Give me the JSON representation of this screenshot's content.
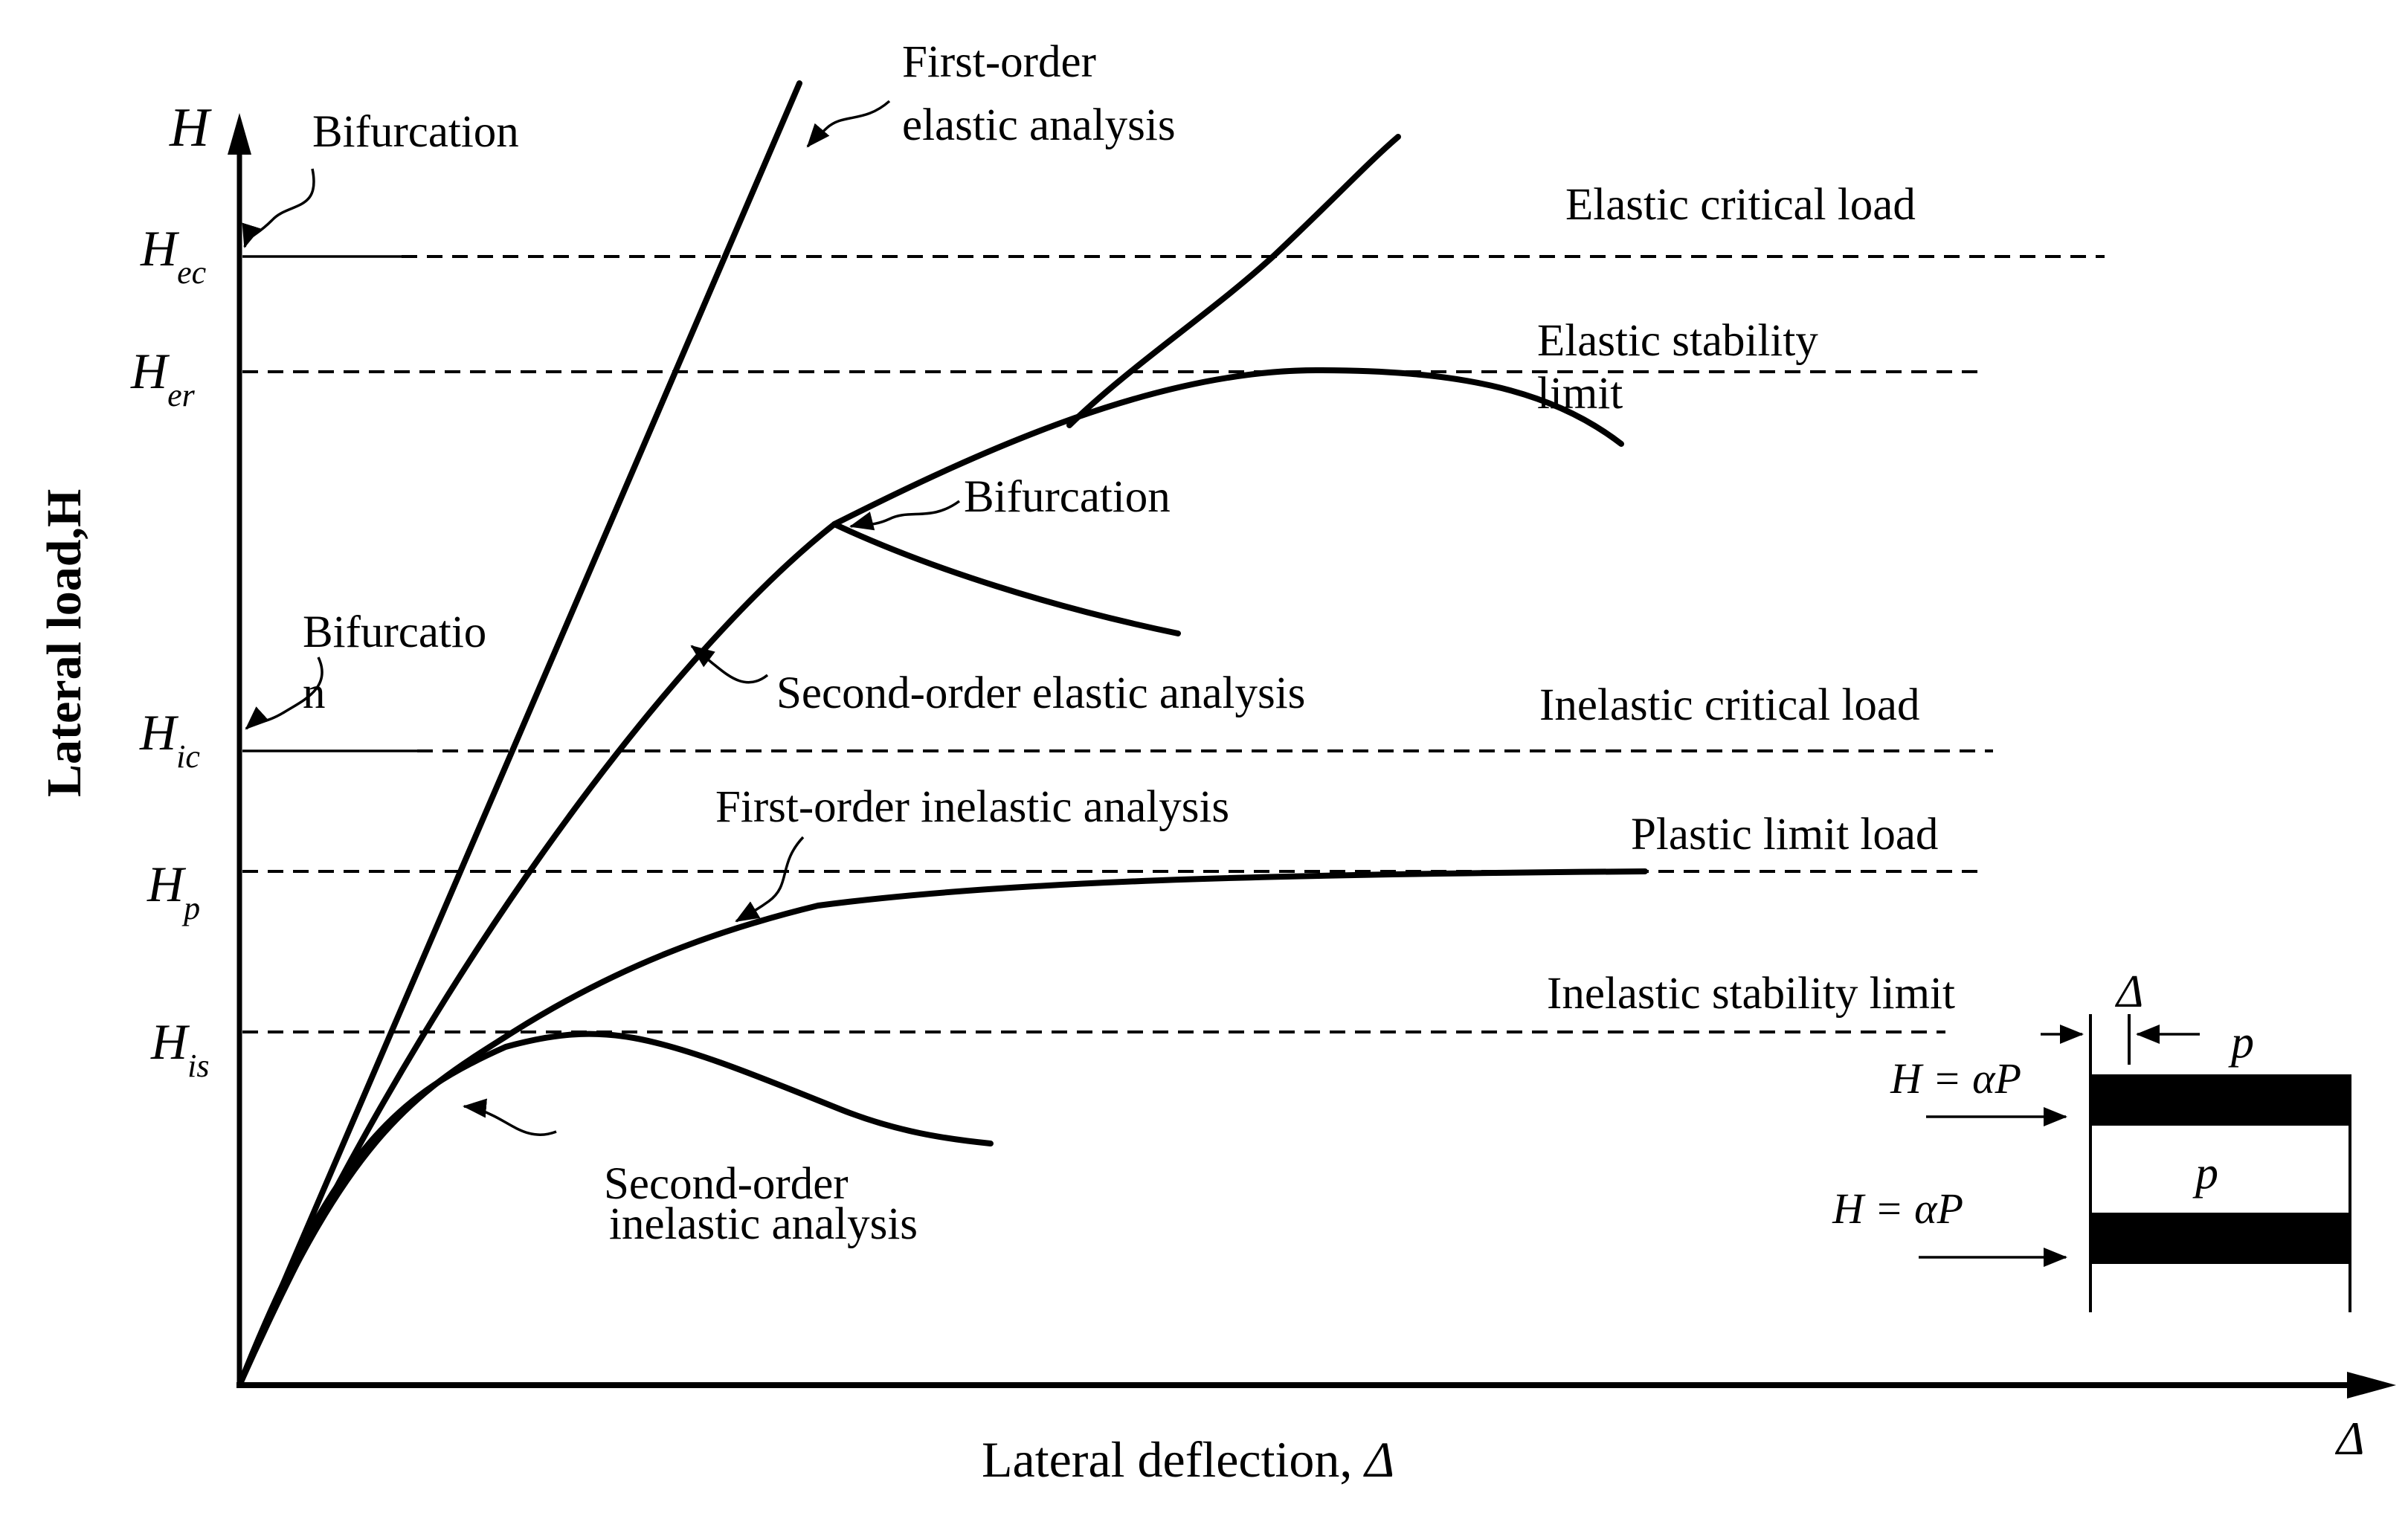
{
  "colors": {
    "ink": "#000000",
    "paper": "#ffffff"
  },
  "axes": {
    "y_title": "Lateral load,H",
    "y_symbol": "H",
    "x_title": "Lateral deflection, ",
    "x_symbol": "Δ",
    "x_end_symbol": "Δ"
  },
  "ticks": {
    "ec": {
      "base": "H",
      "sub": "ec"
    },
    "er": {
      "base": "H",
      "sub": "er"
    },
    "ic": {
      "base": "H",
      "sub": "ic"
    },
    "p": {
      "base": "H",
      "sub": "p"
    },
    "is": {
      "base": "H",
      "sub": "is"
    }
  },
  "levels": {
    "elastic_critical": {
      "label": "Elastic critical load"
    },
    "elastic_stability": {
      "line1": "Elastic stability",
      "line2": "limit"
    },
    "inelastic_critical": {
      "label": "Inelastic critical load"
    },
    "plastic_limit": {
      "label": "Plastic limit load"
    },
    "inelastic_stability": {
      "label": "Inelastic stability limit"
    }
  },
  "curves": {
    "first_order_elastic": {
      "line1": "First-order",
      "line2": "elastic analysis"
    },
    "second_order_elastic": {
      "label": "Second-order elastic analysis"
    },
    "first_order_inelastic": {
      "label": "First-order inelastic  analysis"
    },
    "second_order_inelastic": {
      "line1": "Second-order",
      "line2": "inelastic analysis"
    }
  },
  "bifurcations": {
    "elastic": {
      "label": "Bifurcation"
    },
    "inelastic": {
      "line1": "Bifurcatio",
      "line2": "n"
    },
    "second_order": {
      "label": "Bifurcation"
    }
  },
  "inset": {
    "delta": "Δ",
    "p_top": "p",
    "p_mid": "p",
    "load_top": "H = αP",
    "load_bottom": "H = αP"
  }
}
